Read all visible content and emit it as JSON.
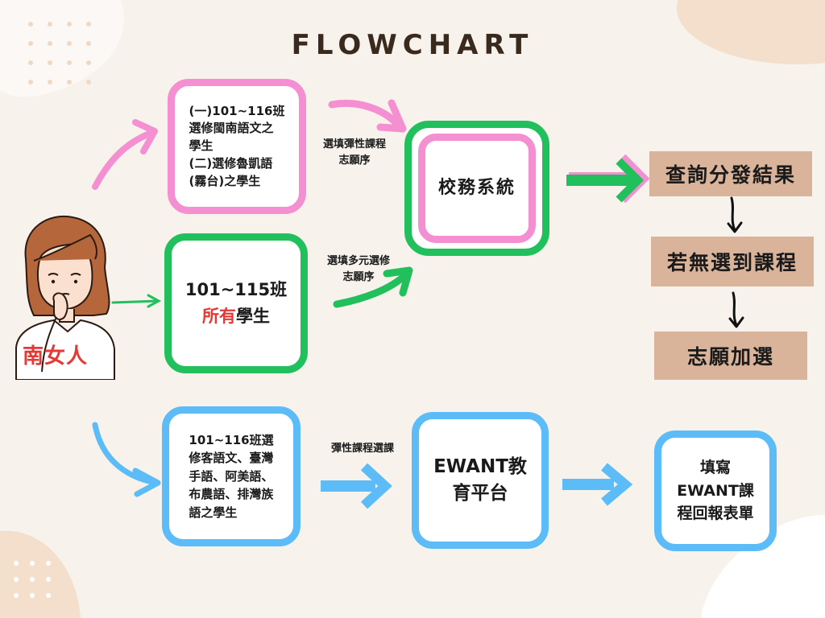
{
  "title": "FLOWCHART",
  "person_label": "南女人",
  "boxes": {
    "top_box": {
      "line1": "(一)101~116班",
      "line2": "選修閩南語文之",
      "line3": "學生",
      "line4": "(二)選修魯凱語",
      "line5": "(霧台)之學生"
    },
    "mid_box": {
      "line1": "101~115班",
      "line2_red": "所有",
      "line2_rest": "學生"
    },
    "school_system": "校務系統",
    "bottom_box": {
      "line1": "101~116班選",
      "line2": "修客語文、臺灣",
      "line3": "手語、阿美語、",
      "line4": "布農語、排灣族",
      "line5": "語之學生"
    },
    "ewant_box": {
      "line1": "EWANT教",
      "line2": "育平台"
    },
    "fill_box": {
      "line1": "填寫",
      "line2": "EWANT課",
      "line3": "程回報表單"
    }
  },
  "labels": {
    "top_edge": {
      "line1": "選填彈性課程",
      "line2": "志願序"
    },
    "mid_edge": {
      "line1": "選填多元選修",
      "line2": "志願序"
    },
    "bottom_edge": "彈性課程選課"
  },
  "results": {
    "step1": "查詢分發結果",
    "step2": "若無選到課程",
    "step3": "志願加選"
  },
  "colors": {
    "pink": "#f48fd2",
    "green": "#21c05d",
    "blue": "#5bbcf7",
    "tan": "#d9b39a",
    "accent_red": "#e53935",
    "background": "#f7f2ec"
  }
}
